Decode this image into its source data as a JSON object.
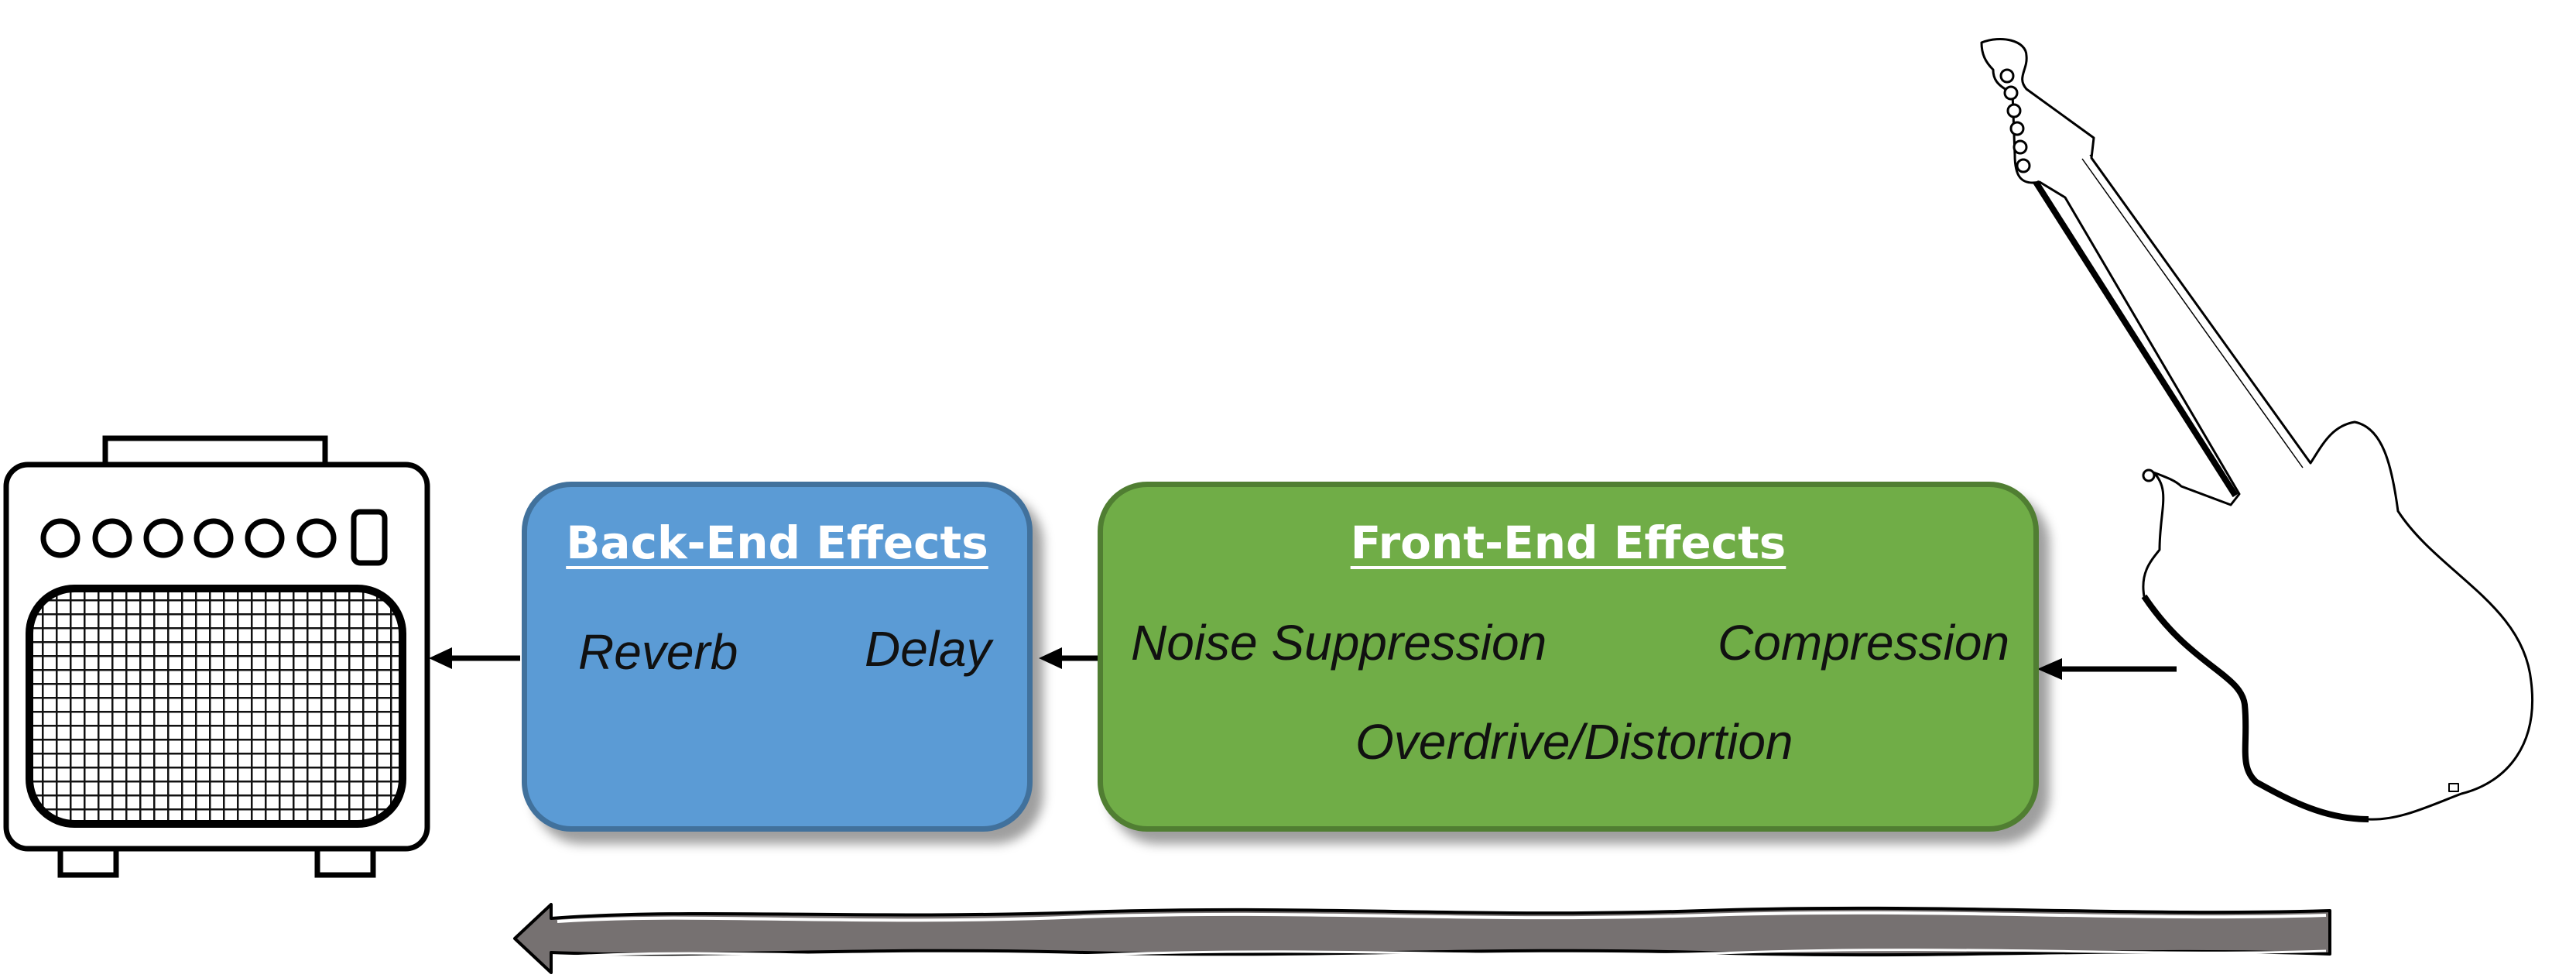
{
  "diagram": {
    "back_end": {
      "title": "Back-End Effects",
      "effects": [
        "Reverb",
        "Delay"
      ],
      "fill": "#5B9BD5",
      "border": "#41719C"
    },
    "front_end": {
      "title": "Front-End Effects",
      "effects": [
        "Noise Suppression",
        "Compression",
        "Overdrive/Distortion"
      ],
      "fill": "#70AD47",
      "border": "#507E32"
    },
    "icons": [
      "amplifier-icon",
      "guitar-icon"
    ],
    "flow_arrow_color": "#767171"
  }
}
